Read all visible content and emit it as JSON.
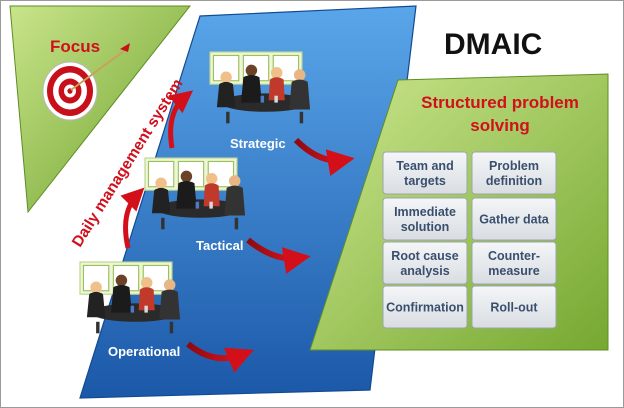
{
  "focus": {
    "label": "Focus",
    "icon": "target-icon"
  },
  "dms": {
    "label": "Daily management system",
    "levels": [
      {
        "label": "Strategic"
      },
      {
        "label": "Tactical"
      },
      {
        "label": "Operational"
      }
    ]
  },
  "dmaic": {
    "label": "DMAIC"
  },
  "sps": {
    "title_line1": "Structured problem",
    "title_line2": "solving",
    "cards": [
      {
        "lines": [
          "Team and",
          "targets"
        ]
      },
      {
        "lines": [
          "Problem",
          "definition"
        ]
      },
      {
        "lines": [
          "Immediate",
          "solution"
        ]
      },
      {
        "lines": [
          "Gather data"
        ]
      },
      {
        "lines": [
          "Root cause",
          "analysis"
        ]
      },
      {
        "lines": [
          "Counter-",
          "measure"
        ]
      },
      {
        "lines": [
          "Confirmation"
        ]
      },
      {
        "lines": [
          "Roll-out"
        ]
      }
    ]
  },
  "colors": {
    "green_light": "#b5d96a",
    "green_dark": "#6fa12d",
    "blue_light": "#4f9be0",
    "blue_dark": "#1f5fb0",
    "red": "#d0101c",
    "card": "#e9ecef"
  }
}
